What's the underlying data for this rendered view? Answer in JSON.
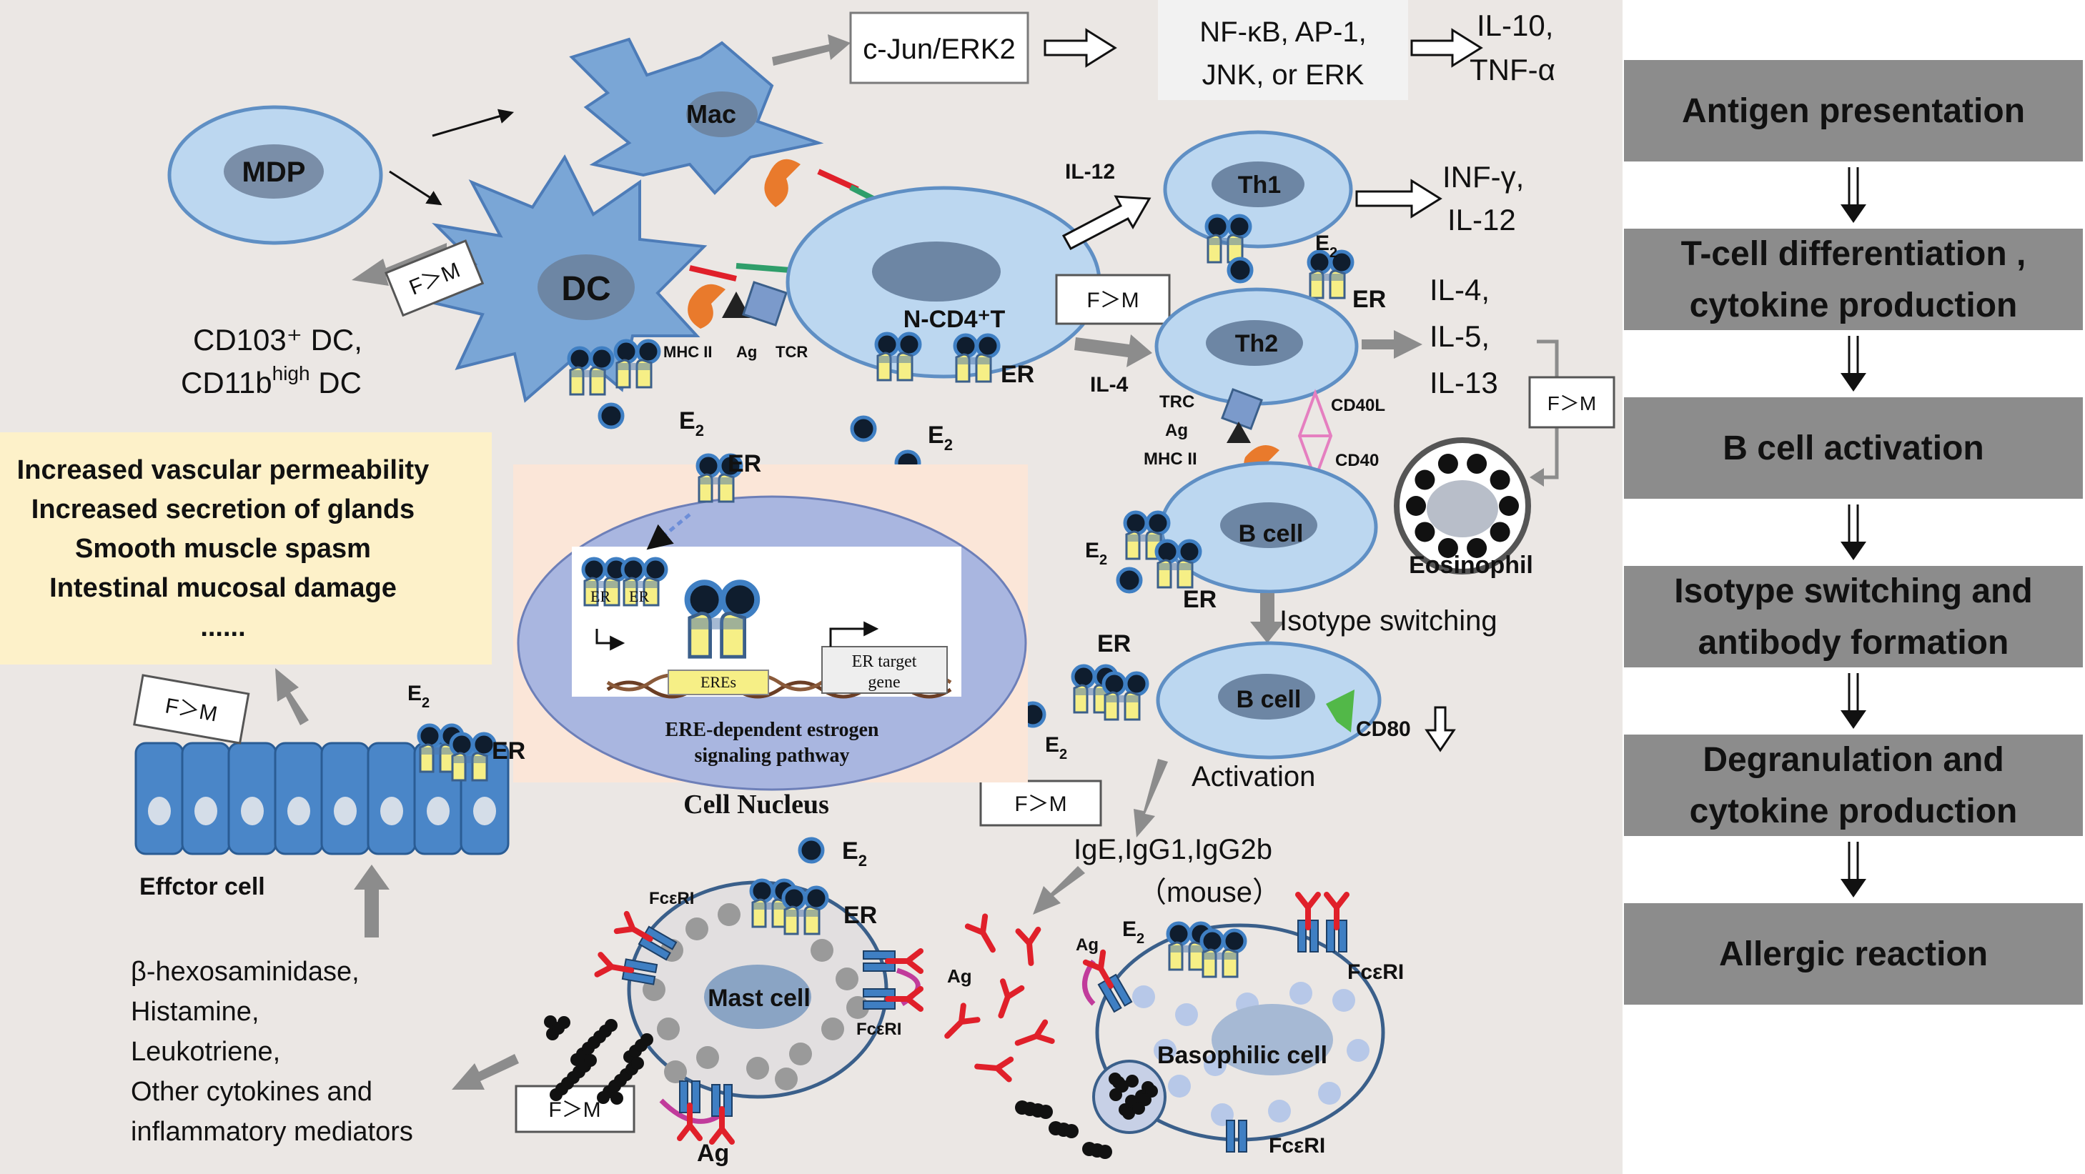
{
  "colors": {
    "background": "#ebe7e4",
    "cell_fill": "#bcd7f0",
    "cell_stroke": "#5f8fc4",
    "dc_fill": "#7aa6d6",
    "step_box": "#8c8c8c",
    "ps_box": "#fdf1c9",
    "nucleus": "#a9b6e0",
    "pathway_panel": "#fbe6d8",
    "receptor_yellow": "#f6ef86",
    "ligand": "#0f1d2e",
    "fce_blue": "#3f7fc3",
    "ige_red": "#e0202a",
    "ag_pink": "#c13b9b",
    "green": "#52b848"
  },
  "cells": {
    "mdp": "MDP",
    "mac": "Mac",
    "dc": "DC",
    "ncd4t": "N-CD4⁺T",
    "th1": "Th1",
    "th2": "Th2",
    "bcell1": "B cell",
    "bcell2": "B cell",
    "eosinophil": "Eosinophil",
    "mast": "Mast cell",
    "basophil": "Basophilic cell",
    "effector": "Effctor cell",
    "nucleus": "Cell Nucleus"
  },
  "labels": {
    "cjun": "c-Jun/ERK2",
    "nfkb_line1": "NF-κB, AP-1,",
    "nfkb_line2": "JNK, or ERK",
    "il10_line1": "IL-10,",
    "il10_line2": "TNF-α",
    "il12": "IL-12",
    "il4": "IL-4",
    "infg_line1": "INF-γ,",
    "infg_line2": "IL-12",
    "il4b": "IL-4,",
    "il5": "IL-5,",
    "il13": "IL-13",
    "cd103": "CD103⁺ DC,",
    "cd11b_main": "CD11b",
    "cd11b_sup": "high",
    "cd11b_tail": " DC",
    "mhc": "MHC II",
    "ag": "Ag",
    "tcr": "TCR",
    "trc": "TRC",
    "cd40l": "CD40L",
    "cd40": "CD40",
    "er": "ER",
    "e": "E",
    "sub2": "2",
    "fm": "F＞M",
    "isotype": "Isotype switching",
    "activation": "Activation",
    "cd80": "CD80",
    "ige_line1": "IgE,IgG1,IgG2b",
    "ige_line2": "（mouse）",
    "fceri": "FcεRI",
    "med1": "β-hexosaminidase,",
    "med2": "Histamine,",
    "med3": "Leukotriene,",
    "med4": "Other cytokines and",
    "med5": "inflammatory mediators",
    "eres": "EREs",
    "ertarget1": "ER target",
    "ertarget2": "gene",
    "pathway1": "ERE-dependent estrogen",
    "pathway2": "signaling pathway"
  },
  "physio": [
    "Increased vascular permeability",
    "Increased secretion of glands",
    "Smooth muscle spasm",
    "Intestinal mucosal damage",
    "......"
  ],
  "steps": [
    [
      "Antigen presentation"
    ],
    [
      "T-cell differentiation ,",
      "cytokine production"
    ],
    [
      "B cell activation"
    ],
    [
      "Isotype switching and",
      "antibody formation"
    ],
    [
      "Degranulation and",
      "cytokine production"
    ],
    [
      "Allergic reaction"
    ]
  ]
}
